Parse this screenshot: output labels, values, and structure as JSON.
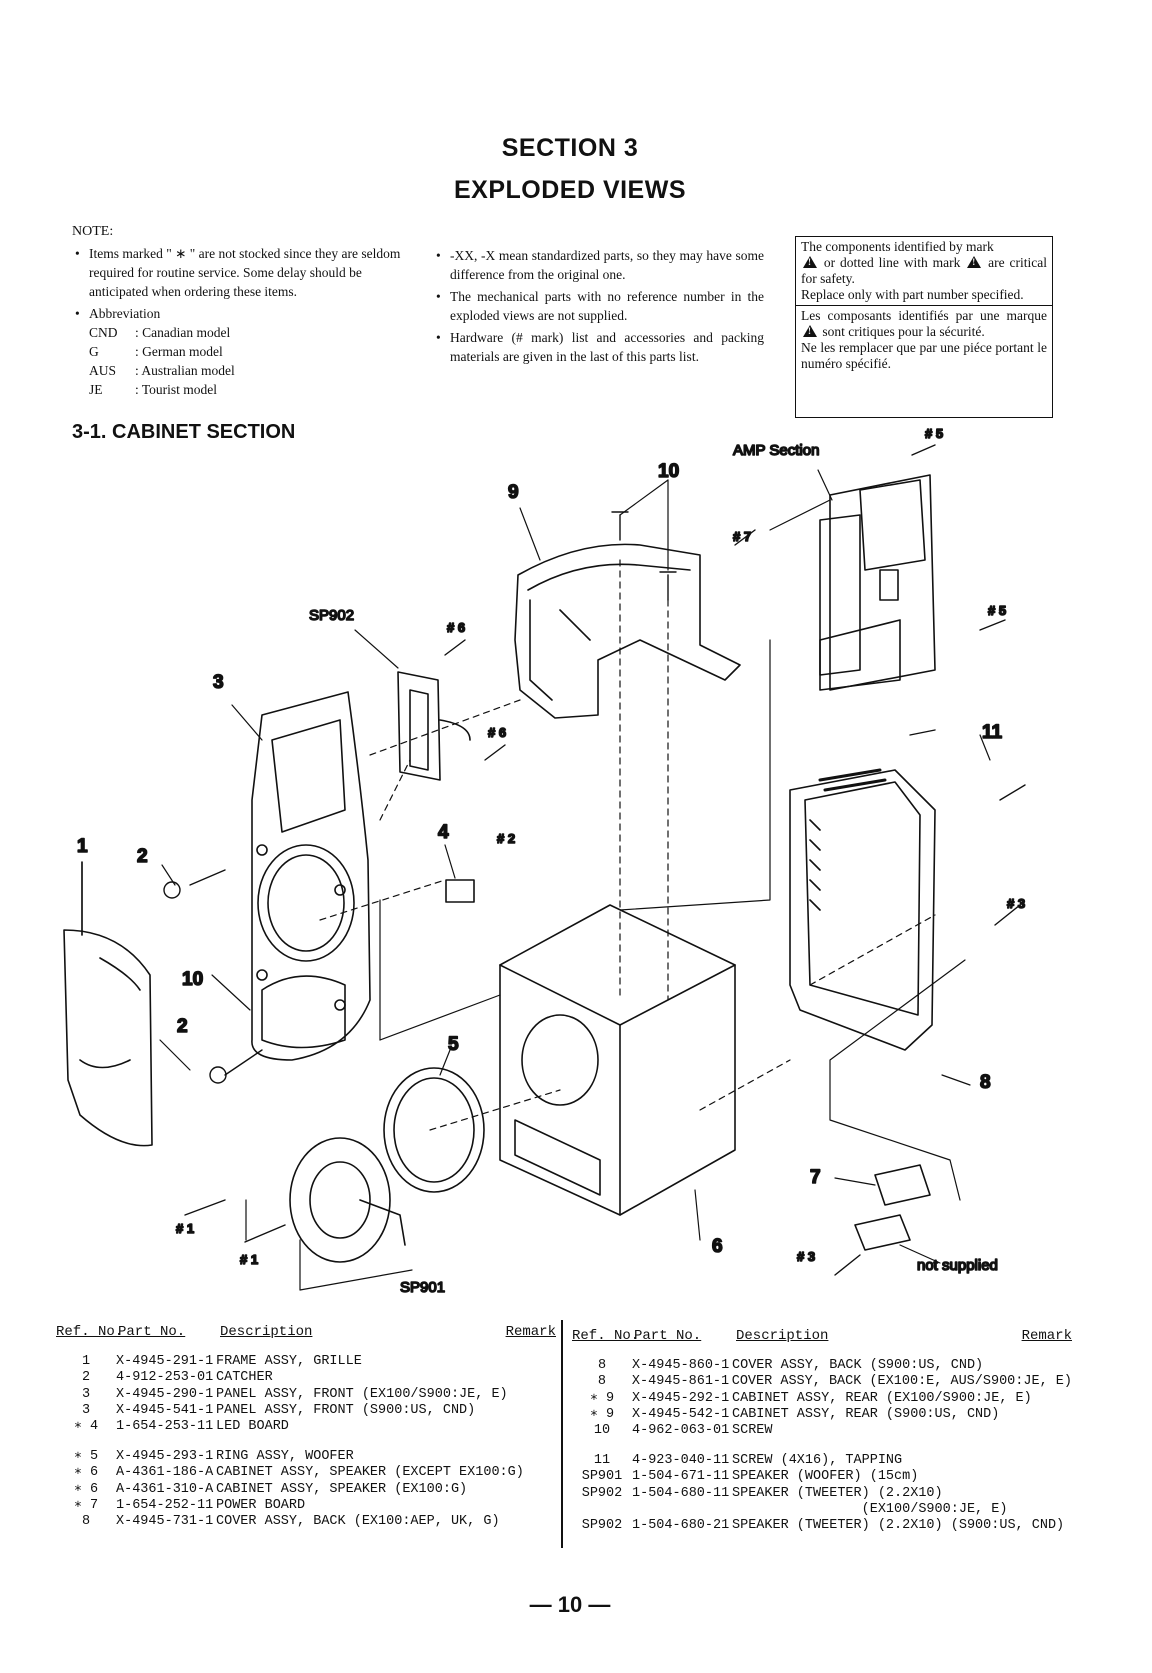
{
  "header": {
    "section": "SECTION 3",
    "title": "EXPLODED VIEWS"
  },
  "notes": {
    "heading": "NOTE:",
    "col1": [
      "Items marked \" ∗ \" are not stocked since they are seldom required for routine service. Some delay should be anticipated when ordering these items.",
      "Abbreviation"
    ],
    "abbreviations": [
      {
        "code": "CND",
        "meaning": ": Canadian model"
      },
      {
        "code": "G",
        "meaning": ": German model"
      },
      {
        "code": "AUS",
        "meaning": ": Australian model"
      },
      {
        "code": "JE",
        "meaning": ": Tourist model"
      }
    ],
    "col2": [
      "-XX, -X mean standardized parts, so they may have some difference from the original one.",
      "The mechanical parts with no reference number in the exploded views are not supplied.",
      "Hardware (# mark) list and accessories and packing materials are given in the last of this parts list."
    ]
  },
  "safety": {
    "en_a": "The components identified by mark",
    "en_b": "or dotted line with mark",
    "en_c": "are critical for safety.",
    "en_d": "Replace only with part number specified.",
    "fr_a": "Les composants identifiés par une marque",
    "fr_b": "sont critiques pour la sécurité.",
    "fr_c": "Ne les remplacer que par une piéce portant le numéro spécifié."
  },
  "subsection": "3-1.  CABINET SECTION",
  "diagram_labels": {
    "amp": "AMP Section",
    "sp902": "SP902",
    "sp901": "SP901",
    "not_supplied": "not supplied",
    "n1": "1",
    "n2a": "2",
    "n2b": "2",
    "n3": "3",
    "n4": "4",
    "n5": "5",
    "n6": "6",
    "n7": "7",
    "n8": "8",
    "n9": "9",
    "n10a": "10",
    "n10b": "10",
    "n11": "11",
    "h5a": "# 5",
    "h5b": "# 5",
    "h7": "# 7",
    "h6a": "# 6",
    "h6b": "# 6",
    "h2": "# 2",
    "h3a": "# 3",
    "h3b": "# 3",
    "h1a": "# 1",
    "h1b": "# 1"
  },
  "table_headers": {
    "ref": "Ref. No.",
    "part": "Part No.",
    "desc": "Description",
    "remark": "Remark"
  },
  "left_rows": [
    {
      "ref": "1",
      "part": "X-4945-291-1",
      "desc": "FRAME ASSY, GRILLE"
    },
    {
      "ref": "2",
      "part": "4-912-253-01",
      "desc": "CATCHER"
    },
    {
      "ref": "3",
      "part": "X-4945-290-1",
      "desc": "PANEL ASSY, FRONT (EX100/S900:JE, E)"
    },
    {
      "ref": "3",
      "part": "X-4945-541-1",
      "desc": "PANEL ASSY, FRONT (S900:US, CND)"
    },
    {
      "ref": "∗ 4",
      "part": "1-654-253-11",
      "desc": "LED BOARD"
    },
    {
      "ref": "",
      "part": "",
      "desc": ""
    },
    {
      "ref": "∗ 5",
      "part": "X-4945-293-1",
      "desc": "RING ASSY, WOOFER"
    },
    {
      "ref": "∗ 6",
      "part": "A-4361-186-A",
      "desc": "CABINET ASSY, SPEAKER (EXCEPT EX100:G)"
    },
    {
      "ref": "∗ 6",
      "part": "A-4361-310-A",
      "desc": "CABINET ASSY, SPEAKER (EX100:G)"
    },
    {
      "ref": "∗ 7",
      "part": "1-654-252-11",
      "desc": "POWER BOARD"
    },
    {
      "ref": "8",
      "part": "X-4945-731-1",
      "desc": "COVER ASSY, BACK (EX100:AEP, UK, G)"
    }
  ],
  "right_rows": [
    {
      "ref": "8",
      "part": "X-4945-860-1",
      "desc": "COVER ASSY, BACK (S900:US, CND)"
    },
    {
      "ref": "8",
      "part": "X-4945-861-1",
      "desc": "COVER ASSY, BACK (EX100:E, AUS/S900:JE, E)"
    },
    {
      "ref": "∗ 9",
      "part": "X-4945-292-1",
      "desc": "CABINET ASSY, REAR (EX100/S900:JE, E)"
    },
    {
      "ref": "∗ 9",
      "part": "X-4945-542-1",
      "desc": "CABINET ASSY, REAR (S900:US, CND)"
    },
    {
      "ref": "10",
      "part": "4-962-063-01",
      "desc": "SCREW"
    },
    {
      "ref": "",
      "part": "",
      "desc": ""
    },
    {
      "ref": "11",
      "part": "4-923-040-11",
      "desc": "SCREW (4X16), TAPPING"
    },
    {
      "ref": "SP901",
      "part": "1-504-671-11",
      "desc": "SPEAKER (WOOFER) (15cm)"
    },
    {
      "ref": "SP902",
      "part": "1-504-680-11",
      "desc": "SPEAKER (TWEETER) (2.2X10)"
    },
    {
      "ref": "",
      "part": "",
      "desc": "                (EX100/S900:JE, E)"
    },
    {
      "ref": "SP902",
      "part": "1-504-680-21",
      "desc": "SPEAKER (TWEETER) (2.2X10) (S900:US, CND)"
    }
  ],
  "page_number": "— 10 —"
}
